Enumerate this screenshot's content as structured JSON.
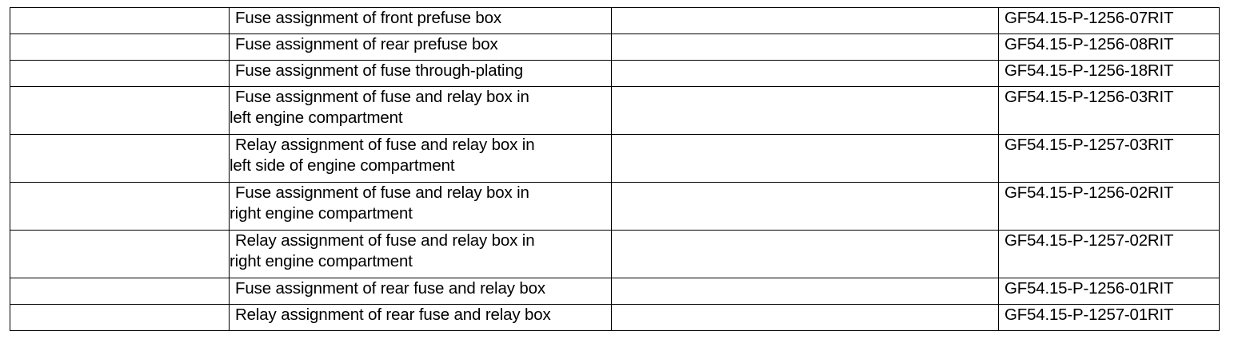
{
  "document": {
    "type": "table",
    "background_color": "#ffffff",
    "border_color": "#000000",
    "text_color": "#000000"
  },
  "table": {
    "column_count": 4,
    "row_count": 9,
    "columns": [
      {
        "key": "col1",
        "label": "",
        "content": "empty"
      },
      {
        "key": "description",
        "label": "",
        "content": "text"
      },
      {
        "key": "col3",
        "label": "",
        "content": "empty"
      },
      {
        "key": "document_number",
        "label": "",
        "content": "code"
      }
    ],
    "rows": [
      {
        "col1": "",
        "description": "Fuse assignment of front prefuse box",
        "col3": "",
        "document_number": "GF54.15-P-1256-07RIT",
        "lines": 1
      },
      {
        "col1": "",
        "description": "Fuse assignment of rear prefuse box",
        "col3": "",
        "document_number": "GF54.15-P-1256-08RIT",
        "lines": 1
      },
      {
        "col1": "",
        "description": "Fuse assignment of fuse through-plating",
        "col3": "",
        "document_number": "GF54.15-P-1256-18RIT",
        "lines": 1
      },
      {
        "col1": "",
        "description": "Fuse assignment of fuse and relay box in\nleft engine compartment",
        "col3": "",
        "document_number": "GF54.15-P-1256-03RIT",
        "lines": 2
      },
      {
        "col1": "",
        "description": "Relay assignment of fuse and relay box in\nleft side of engine compartment",
        "col3": "",
        "document_number": "GF54.15-P-1257-03RIT",
        "lines": 2
      },
      {
        "col1": "",
        "description": "Fuse assignment of fuse and relay box in\nright engine compartment",
        "col3": "",
        "document_number": "GF54.15-P-1256-02RIT",
        "lines": 2
      },
      {
        "col1": "",
        "description": "Relay assignment of fuse and relay box in\nright engine compartment",
        "col3": "",
        "document_number": "GF54.15-P-1257-02RIT",
        "lines": 2
      },
      {
        "col1": "",
        "description": "Fuse assignment of rear fuse and relay box",
        "col3": "",
        "document_number": "GF54.15-P-1256-01RIT",
        "lines": 1
      },
      {
        "col1": "",
        "description": "Relay assignment of rear fuse and relay box",
        "col3": "",
        "document_number": "GF54.15-P-1257-01RIT",
        "lines": 1
      }
    ]
  }
}
